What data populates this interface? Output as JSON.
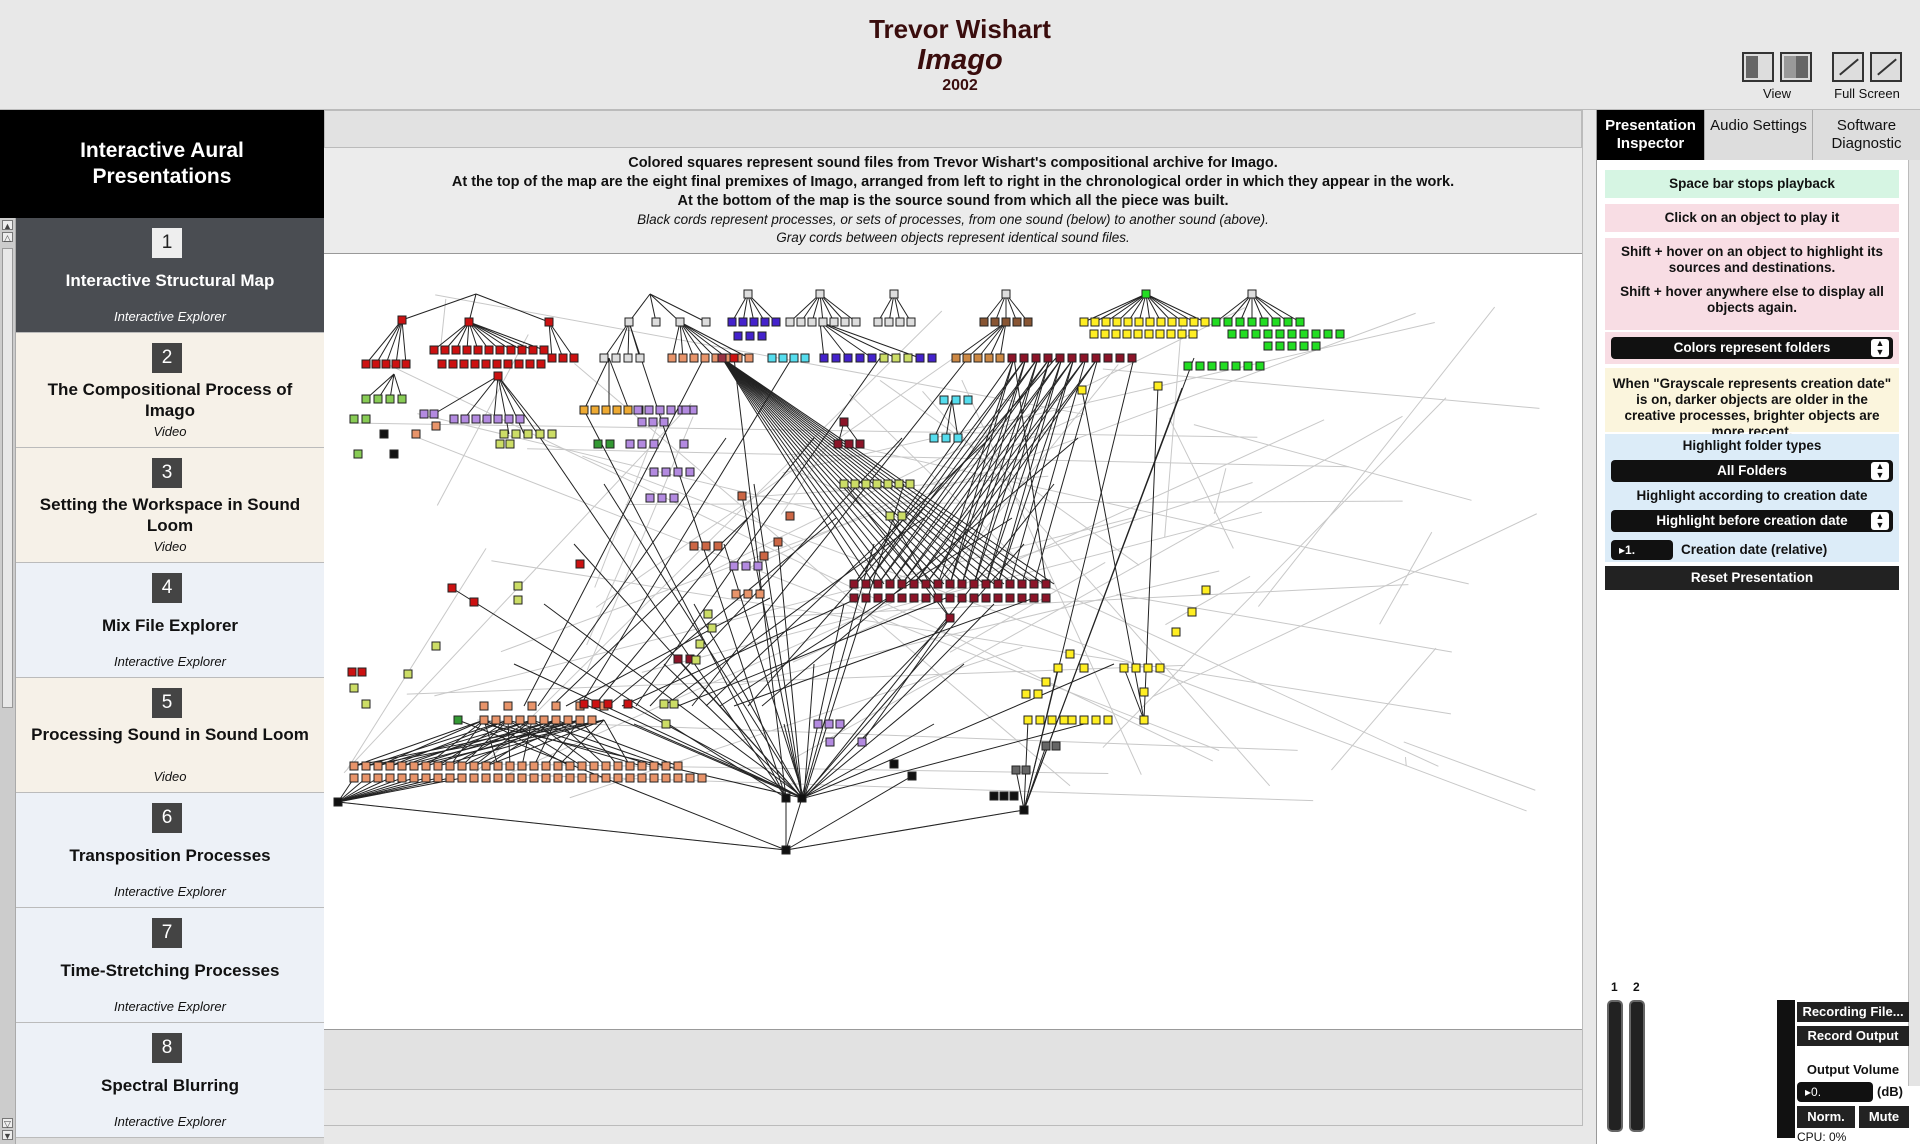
{
  "header": {
    "composer": "Trevor Wishart",
    "title": "Imago",
    "year": "2002",
    "view_label": "View",
    "fullscreen_label": "Full Screen"
  },
  "sidebar": {
    "title": "Interactive Aural Presentations",
    "items": [
      {
        "num": "1",
        "name": "Interactive Structural Map",
        "type": "Interactive Explorer"
      },
      {
        "num": "2",
        "name": "The Compositional Process of Imago",
        "type": "Video"
      },
      {
        "num": "3",
        "name": "Setting the Workspace in Sound Loom",
        "type": "Video"
      },
      {
        "num": "4",
        "name": "Mix File Explorer",
        "type": "Interactive Explorer"
      },
      {
        "num": "5",
        "name": "Processing Sound in Sound Loom",
        "type": "Video"
      },
      {
        "num": "6",
        "name": "Transposition Processes",
        "type": "Interactive Explorer"
      },
      {
        "num": "7",
        "name": "Time-Stretching Processes",
        "type": "Interactive Explorer"
      },
      {
        "num": "8",
        "name": "Spectral Blurring",
        "type": "Interactive Explorer"
      }
    ]
  },
  "description": {
    "line1": "Colored squares represent sound files from Trevor Wishart's compositional archive for Imago.",
    "line2": "At the top of the map are the eight final premixes of Imago, arranged from left to right in the chronological order in which they appear in the work.",
    "line3": "At the bottom of the map is the source sound from which all the piece was built.",
    "line4": "Black cords represent processes, or sets of processes, from one sound (below) to another sound (above).",
    "line5": "Gray cords between objects represent identical sound files."
  },
  "right_panel": {
    "tabs": [
      "Presentation Inspector",
      "Audio Settings",
      "Software Diagnostic"
    ],
    "space_hint": "Space bar stops playback",
    "click_hint": "Click on an object to play it",
    "shift_hint1": "Shift + hover on an object to highlight its sources and destinations.",
    "shift_hint2": "Shift + hover anywhere else to display all objects again.",
    "color_select": "Colors represent folders",
    "gray_hint": "When \"Grayscale represents creation date\" is on, darker objects are older in the creative processes, brighter objects are more recent.",
    "folder_types_label": "Highlight folder types",
    "folder_types_select": "All Folders",
    "creation_label": "Highlight according to creation date",
    "creation_select": "Highlight before creation date",
    "creation_value": "1.",
    "creation_value_label": "Creation date (relative)",
    "reset": "Reset Presentation"
  },
  "audio": {
    "meter_labels": [
      "1",
      "2"
    ],
    "recording_file": "Recording File...",
    "record_output": "Record Output",
    "output_volume": "Output Volume",
    "volume_value": "0.",
    "db_unit": "(dB)",
    "norm": "Norm.",
    "mute": "Mute",
    "cpu": "CPU: 0%"
  },
  "colors": {
    "accent_dark": "#3a0d0d",
    "active_item": "#4a4d52",
    "red": "#cc1111",
    "darkred": "#8b1428",
    "yellow": "#ffee22",
    "green": "#22dd22",
    "orange": "#e8946a",
    "purple": "#b38ae0",
    "blue": "#4422cc",
    "cyan": "#55ddee",
    "olive": "#ccdd66"
  }
}
